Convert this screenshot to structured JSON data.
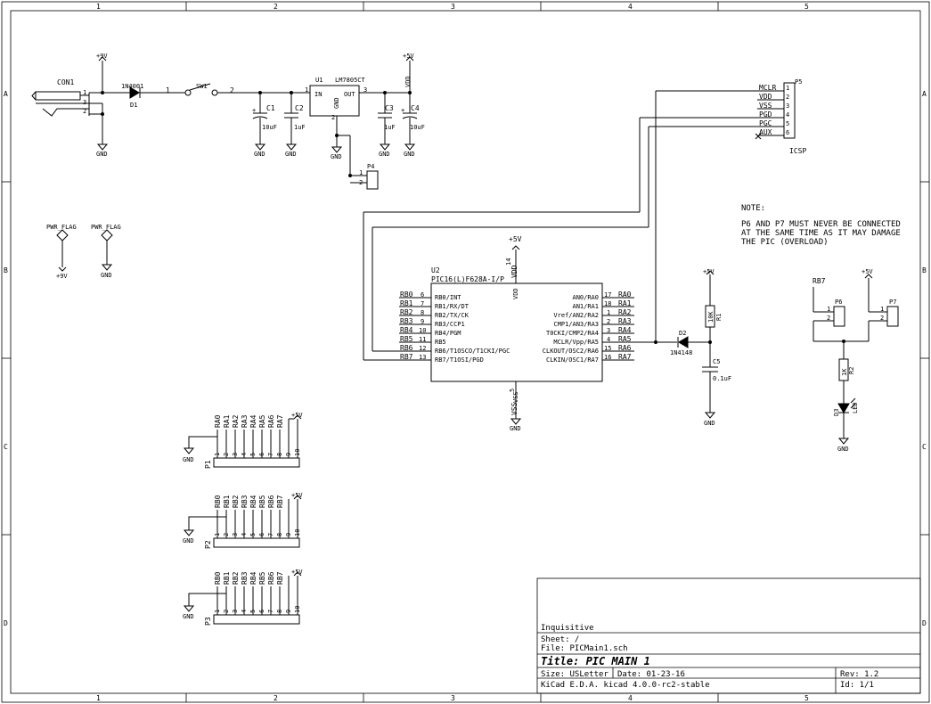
{
  "border": {
    "columns": [
      "1",
      "2",
      "3",
      "4",
      "5"
    ],
    "rows": [
      "A",
      "B",
      "C",
      "D"
    ]
  },
  "title_block": {
    "company": "Inquisitive",
    "sheet": "Sheet: /",
    "file": "File: PICMain1.sch",
    "title": "Title: PIC MAIN 1",
    "size": "Size: USLetter",
    "date": "Date: 01-23-16",
    "rev": "Rev: 1.2",
    "tool": "KiCad E.D.A.  kicad 4.0.0-rc2-stable",
    "id": "Id: 1/1"
  },
  "note": {
    "heading": "NOTE:",
    "line1": "P6 AND P7 MUST NEVER BE CONNECTED",
    "line2": "AT THE SAME TIME AS IT MAY DAMAGE",
    "line3": "THE PIC (OVERLOAD)"
  },
  "power": {
    "con1": "CON1",
    "con1_pins": [
      "1",
      "3",
      "2"
    ],
    "d1_ref": "D1",
    "d1_val": "1N4001",
    "sw1": "SW1",
    "sw1_pin1": "1",
    "sw1_pin2": "2",
    "u1_ref": "U1",
    "u1_val": "LM7805CT",
    "u1_in": "IN",
    "u1_out": "OUT",
    "u1_gnd": "GND",
    "u1_pin1": "1",
    "u1_pin2": "2",
    "u1_pin3": "3",
    "c1": "C1",
    "c1_val": "10uF",
    "c2": "C2",
    "c2_val": "1uF",
    "c3": "C3",
    "c3_val": "1uF",
    "c4": "C4",
    "c4_val": "10uF",
    "p4": "P4",
    "plus9v": "+9V",
    "plus5v": "+5V",
    "vdd": "VDD",
    "gnd": "GND",
    "pwr_flag": "PWR_FLAG"
  },
  "icsp": {
    "ref": "P5",
    "name": "ICSP",
    "pins": [
      {
        "name": "MCLR",
        "num": "1"
      },
      {
        "name": "VDD",
        "num": "2"
      },
      {
        "name": "VSS",
        "num": "3"
      },
      {
        "name": "PGD",
        "num": "4"
      },
      {
        "name": "PGC",
        "num": "5"
      },
      {
        "name": "AUX",
        "num": "6"
      }
    ]
  },
  "mcu": {
    "ref": "U2",
    "val": "PIC16(L)F628A-I/P",
    "vdd_label": "VDD",
    "vss_label": "VSS",
    "vdd_pin": "14",
    "vss_pin": "5",
    "left_pins": [
      {
        "net": "RB0",
        "num": "6",
        "func": "RB0/INT"
      },
      {
        "net": "RB1",
        "num": "7",
        "func": "RB1/RX/DT"
      },
      {
        "net": "RB2",
        "num": "8",
        "func": "RB2/TX/CK"
      },
      {
        "net": "RB3",
        "num": "9",
        "func": "RB3/CCP1"
      },
      {
        "net": "RB4",
        "num": "10",
        "func": "RB4/PGM"
      },
      {
        "net": "RB5",
        "num": "11",
        "func": "RB5"
      },
      {
        "net": "RB6",
        "num": "12",
        "func": "RB6/T1OSCO/T1CKI/PGC"
      },
      {
        "net": "RB7",
        "num": "13",
        "func": "RB7/T1OSI/PGD"
      }
    ],
    "right_pins": [
      {
        "net": "RA0",
        "num": "17",
        "func": "AN0/RA0"
      },
      {
        "net": "RA1",
        "num": "18",
        "func": "AN1/RA1"
      },
      {
        "net": "RA2",
        "num": "1",
        "func": "Vref/AN2/RA2"
      },
      {
        "net": "RA3",
        "num": "2",
        "func": "CMP1/AN3/RA3"
      },
      {
        "net": "RA4",
        "num": "3",
        "func": "T0CKI/CMP2/RA4"
      },
      {
        "net": "RA5",
        "num": "4",
        "func": "MCLR/Vpp/RA5"
      },
      {
        "net": "RA6",
        "num": "15",
        "func": "CLKOUT/OSC2/RA6"
      },
      {
        "net": "RA7",
        "num": "16",
        "func": "CLKIN/OSC1/RA7"
      }
    ]
  },
  "reset": {
    "r1": "R1",
    "r1_val": "10K",
    "d2": "D2",
    "d2_val": "1N4148",
    "c5": "C5",
    "c5_val": "0.1uF"
  },
  "led": {
    "net": "RB7",
    "p6": "P6",
    "p7": "P7",
    "r2": "R2",
    "r2_val": "1K",
    "d3": "D3",
    "d3_val": "LED"
  },
  "headers": [
    {
      "ref": "P1",
      "nets": [
        "RA0",
        "RA1",
        "RA2",
        "RA3",
        "RA4",
        "RA5",
        "RA6",
        "RA7"
      ]
    },
    {
      "ref": "P2",
      "nets": [
        "RB0",
        "RB1",
        "RB2",
        "RB3",
        "RB4",
        "RB5",
        "RB6",
        "RB7"
      ]
    },
    {
      "ref": "P3",
      "nets": [
        "RB0",
        "RB1",
        "RB2",
        "RB3",
        "RB4",
        "RB5",
        "RB6",
        "RB7"
      ]
    }
  ],
  "header_pins": [
    "1",
    "2",
    "3",
    "4",
    "5",
    "6",
    "7",
    "8",
    "9",
    "10"
  ]
}
